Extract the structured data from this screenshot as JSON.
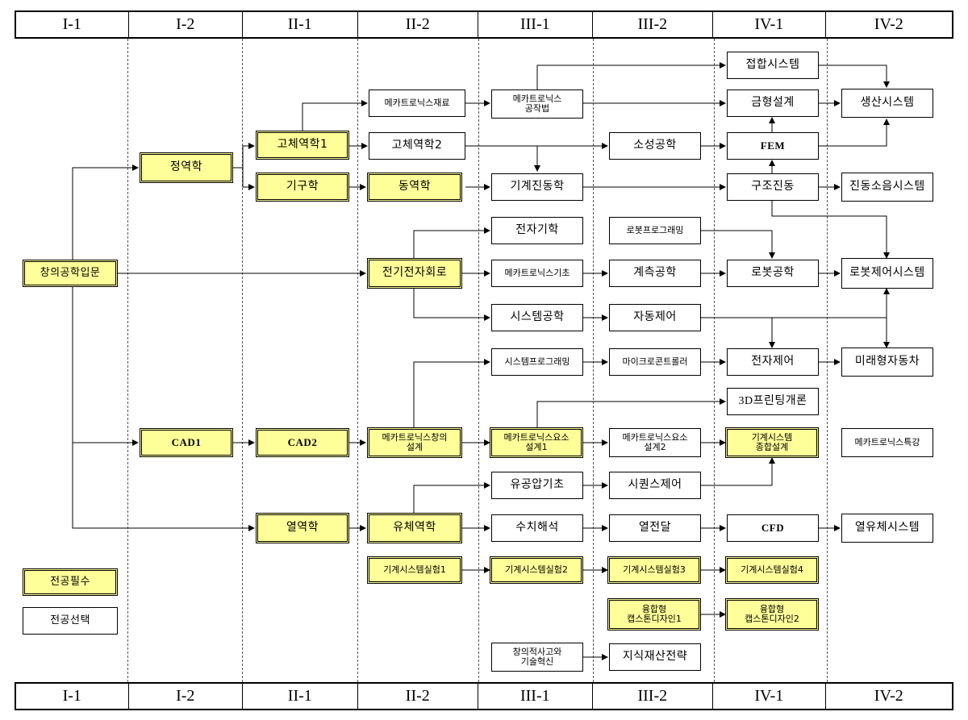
{
  "header": [
    "I-1",
    "I-2",
    "II-1",
    "II-2",
    "III-1",
    "III-2",
    "IV-1",
    "IV-2"
  ],
  "footer": [
    "I-1",
    "I-2",
    "II-1",
    "II-2",
    "III-1",
    "III-2",
    "IV-1",
    "IV-2"
  ],
  "courses": {
    "jeopap_system": "접합시스템",
    "mechatronics_materials": "메카트로닉스재료",
    "mechatronics_manufacturing": "메카트로닉스\n공작법",
    "mold_design": "금형설계",
    "production_system": "생산시스템",
    "solid_mechanics_1": "고체역학1",
    "solid_mechanics_2": "고체역학2",
    "plasticity": "소성공학",
    "fem": "FEM",
    "statics": "정역학",
    "kinematics": "기구학",
    "dynamics": "동역학",
    "vibration": "기계진동학",
    "structural_vibration": "구조진동",
    "vibration_noise_system": "진동소음시스템",
    "electronics_theory": "전자기학",
    "robot_programming": "로봇프로그래밍",
    "creative_engineering": "창의공학입문",
    "circuits": "전기전자회로",
    "mechatronics_basics": "메카트로닉스기초",
    "measurement": "계측공학",
    "robotics": "로봇공학",
    "robot_control_system": "로봇제어시스템",
    "system_engineering": "시스템공학",
    "automatic_control": "자동제어",
    "system_programming": "시스템프로그래밍",
    "microcontroller": "마이크로콘트롤러",
    "electronic_control": "전자제어",
    "future_vehicle": "미래형자동차",
    "printing_3d": "3D프린팅개론",
    "cad1": "CAD1",
    "cad2": "CAD2",
    "mechatronics_creative_design": "메카트로닉스창의\n설계",
    "mechatronics_element_design_1": "메카트로닉스요소\n설계1",
    "mechatronics_element_design_2": "메카트로닉스요소\n설계2",
    "mech_system_design": "기계시스템\n종합설계",
    "mechatronics_special": "메카트로닉스특강",
    "hydraulics": "유공압기초",
    "sequence_control": "시퀀스제어",
    "thermodynamics": "열역학",
    "fluid_mechanics": "유체역학",
    "numerical_analysis": "수치해석",
    "heat_transfer": "열전달",
    "cfd": "CFD",
    "thermofluid_system": "열유체시스템",
    "lab_1": "기계시스템실험1",
    "lab_2": "기계시스템실험2",
    "lab_3": "기계시스템실험3",
    "lab_4": "기계시스템실험4",
    "capstone_1": "융합형\n캡스톤디자인1",
    "capstone_2": "융합형\n캡스톤디자인2",
    "creative_thinking": "창의적사고와\n기술혁신",
    "ip_strategy": "지식재산전략"
  },
  "legend": {
    "required": "전공필수",
    "elective": "전공선택"
  },
  "colors": {
    "required_fill": "#ffff99",
    "elective_fill": "#ffffff",
    "line": "#000000"
  }
}
